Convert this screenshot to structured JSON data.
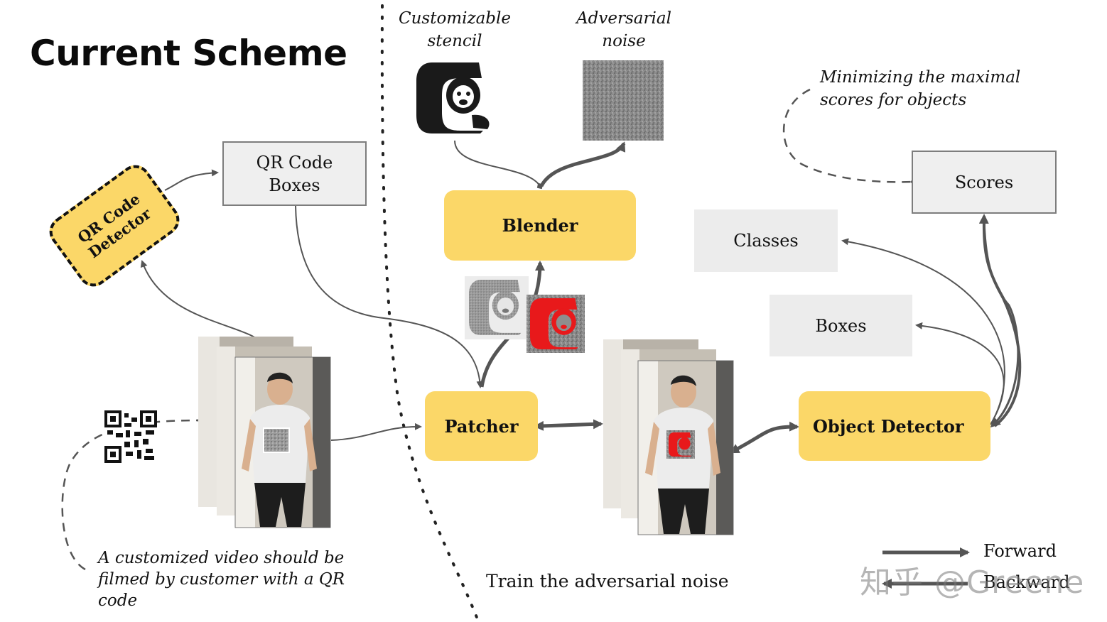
{
  "title": "Current Scheme",
  "notes": {
    "stencil_line1": "Customizable",
    "stencil_line2": "stencil",
    "noise_line1": "Adversarial",
    "noise_line2": "noise",
    "minmax_line1": "Minimizing the maximal",
    "minmax_line2": "scores for objects",
    "video_line1": "A customized video should be",
    "video_line2": "filmed by customer with a QR code"
  },
  "nodes": {
    "qr_detector_line1": "QR Code",
    "qr_detector_line2": "Detector",
    "qr_boxes_line1": "QR Code",
    "qr_boxes_line2": "Boxes",
    "blender": "Blender",
    "patcher": "Patcher",
    "object_detector": "Object Detector",
    "scores": "Scores",
    "classes": "Classes",
    "boxes": "Boxes"
  },
  "section_label": "Train the adversarial noise",
  "legend": {
    "forward": "Forward",
    "backward": "Backward"
  },
  "watermark": "知乎 @Greene",
  "colors": {
    "node_yellow": "#fbd768",
    "box_gray": "#efefef",
    "arrow": "#555555",
    "patch_red": "#e8191b"
  }
}
